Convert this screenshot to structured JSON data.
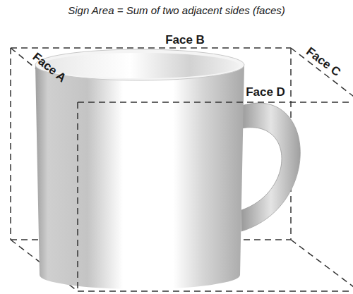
{
  "diagram": {
    "title": "Sign Area = Sum of two adjacent sides (faces)",
    "labels": [
      "Face B",
      "Face A",
      "Face C",
      "Face D"
    ]
  }
}
